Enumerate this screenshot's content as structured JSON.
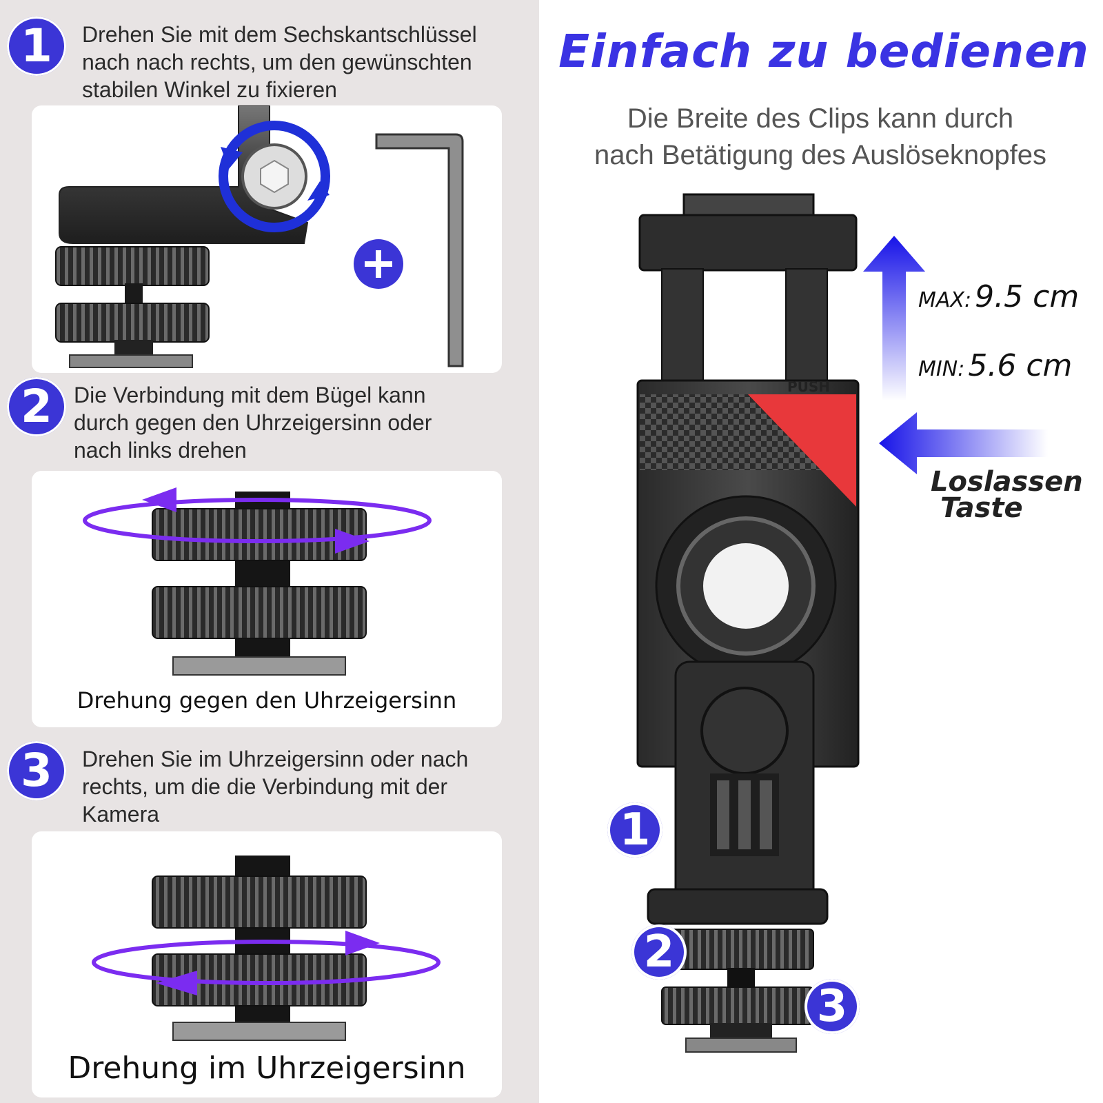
{
  "left": {
    "steps": [
      {
        "number": "1",
        "text_lines": [
          "Drehen Sie mit dem Sechskantschlüssel",
          "nach nach rechts, um den gewünschten",
          "stabilen Winkel zu fixieren"
        ]
      },
      {
        "number": "2",
        "text_lines": [
          "Die Verbindung mit dem Bügel kann",
          "durch gegen den Uhrzeigersinn oder",
          "nach links drehen"
        ],
        "caption": "Drehung gegen den Uhrzeigersinn"
      },
      {
        "number": "3",
        "text_lines": [
          "Drehen Sie im Uhrzeigersinn oder nach",
          "rechts, um die die Verbindung mit der",
          "Kamera"
        ],
        "caption": "Drehung im Uhrzeigersinn"
      }
    ],
    "plus_symbol": "+"
  },
  "right": {
    "headline": "Einfach zu bedienen",
    "subtitle_lines": [
      "Die Breite des Clips kann durch",
      "nach Betätigung des Auslöseknopfes"
    ],
    "max": {
      "label": "MAX",
      "sep": ":",
      "value": "9.5 cm"
    },
    "min": {
      "label": "MIN",
      "sep": ":",
      "value": "5.6 cm"
    },
    "release_lines": [
      "Loslassen",
      "Taste"
    ],
    "push_label": "PUSH",
    "product_badges": [
      "1",
      "2",
      "3"
    ]
  },
  "colors": {
    "accent": "#3b35d6",
    "headline": "#3a33e3",
    "left_bg": "#e8e4e4",
    "push_red": "#e8383b",
    "arrow_purple": "#7b2cf0"
  },
  "icons": [
    "hex-key-icon",
    "rotation-arrow-icon",
    "plus-icon",
    "up-arrow-icon",
    "left-arrow-icon"
  ]
}
